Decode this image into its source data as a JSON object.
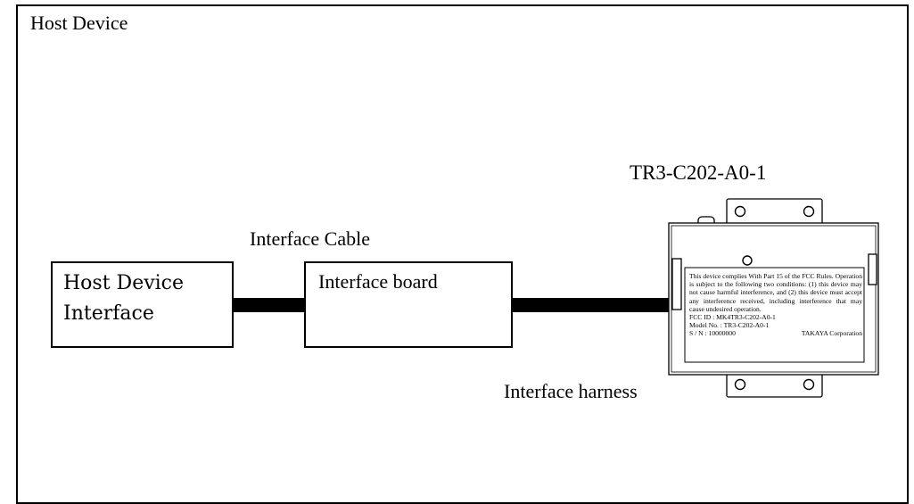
{
  "diagram": {
    "outer_label": "Host Device",
    "host_interface_label": "Host Device\nInterface",
    "cable_label": "Interface Cable",
    "board_label": "Interface board",
    "harness_label": "Interface harness",
    "device_model": "TR3-C202-A0-1",
    "device_label": {
      "compliance_text": "This device complies With Part 15 of the FCC Rules. Operation is subject to the following two conditions: (1) this device may not cause harmful interference, and (2) this device must accept any interference received, including interference that may cause undesired operation.",
      "fcc_id": "FCC ID : MK4TR3-C202-A0-1",
      "model_no": "Model No. : TR3-C202-A0-1",
      "serial": "S / N : 10000000",
      "manufacturer": "TAKAYA Corporation"
    }
  }
}
